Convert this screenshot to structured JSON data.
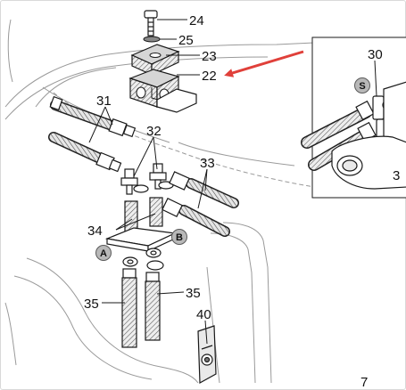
{
  "diagram": {
    "part_labels": [
      "24",
      "25",
      "23",
      "22",
      "31",
      "32",
      "33",
      "34",
      "35",
      "35",
      "40",
      "30",
      "3",
      "7"
    ],
    "badges": [
      "A",
      "B",
      "S"
    ],
    "colors": {
      "arrow": "#e0403a",
      "badge_fill": "#b8b8b8",
      "line": "#1a1a1a",
      "outline": "#c9c9c9"
    }
  }
}
